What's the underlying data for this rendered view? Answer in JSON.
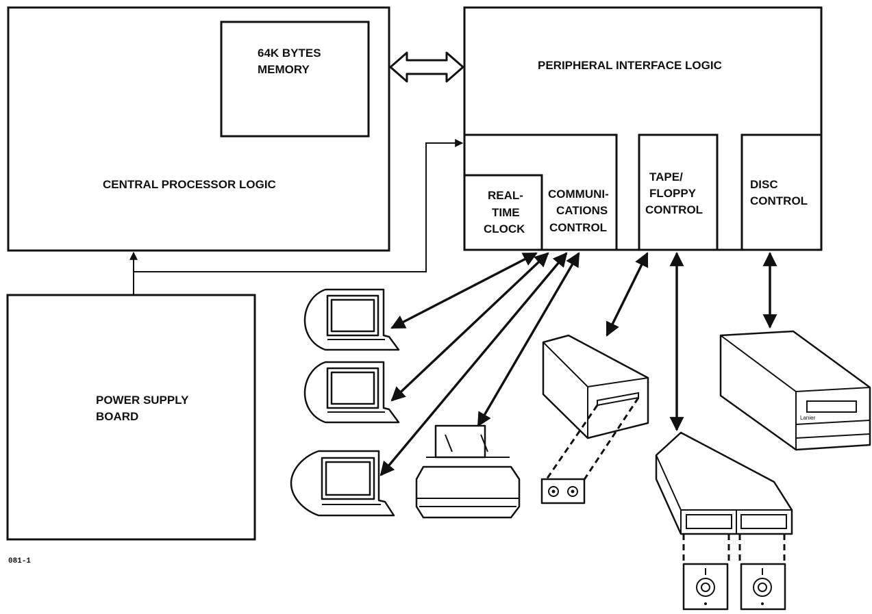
{
  "figure_id": "081-1",
  "blocks": {
    "cpu": {
      "label": "CENTRAL PROCESSOR  LOGIC"
    },
    "memory": {
      "line1": "64K BYTES",
      "line2": "MEMORY"
    },
    "pil": {
      "label": "PERIPHERAL INTERFACE  LOGIC"
    },
    "clock": {
      "line1": "REAL-",
      "line2": "TIME",
      "line3": "CLOCK"
    },
    "comms": {
      "line1": "COMMUNI-",
      "line2": "CATIONS",
      "line3": "CONTROL"
    },
    "tape": {
      "line1": "TAPE/",
      "line2": "FLOPPY",
      "line3": "CONTROL"
    },
    "disc": {
      "line1": "DISC",
      "line2": "CONTROL"
    },
    "power": {
      "line1": "POWER SUPPLY",
      "line2": "BOARD"
    }
  },
  "devices": {
    "terminals": [
      "terminal",
      "terminal",
      "terminal"
    ],
    "printer": "printer",
    "cassette_drive": "cassette drive",
    "floppy_drive": "dual floppy drive",
    "disc_drive": {
      "brand": "Lanier"
    }
  }
}
